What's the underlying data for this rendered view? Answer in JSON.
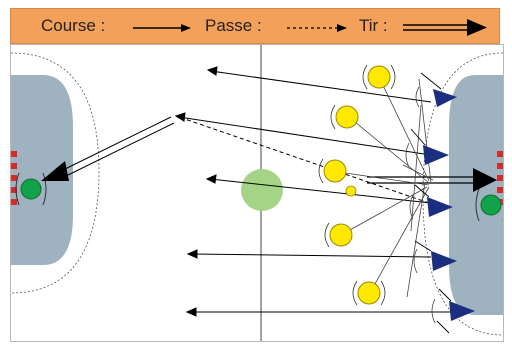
{
  "legend": {
    "course_label": "Course :",
    "passe_label": "Passe :",
    "tir_label": "Tir :"
  },
  "colors": {
    "header": "#f3a15a",
    "goal_area": "#9fb2bf",
    "attacker": "#ffe900",
    "defender": "#1b2e7f",
    "goalkeeper": "#11a34a",
    "ball": "#a6d486"
  },
  "icons": {
    "attacker": "yellow-circle",
    "defender": "navy-triangle",
    "goalkeeper": "green-circle",
    "ball": "light-green-circle"
  }
}
